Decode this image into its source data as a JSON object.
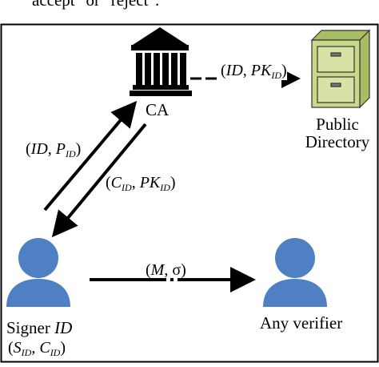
{
  "caption_fragment": "accept\" or \"reject\".",
  "nodes": {
    "ca": {
      "label": "CA"
    },
    "public_directory": {
      "label_line1": "Public",
      "label_line2": "Directory"
    },
    "signer": {
      "label_prefix": "Signer",
      "label_id": "ID",
      "keys": {
        "s": "S",
        "s_sub": "ID",
        "c": "C",
        "c_sub": "ID"
      }
    },
    "verifier": {
      "label": "Any verifier"
    }
  },
  "edges": {
    "signer_to_ca": {
      "a": "ID",
      "b": "P",
      "b_sub": "ID"
    },
    "ca_to_signer": {
      "a": "C",
      "a_sub": "ID",
      "b": "PK",
      "b_sub": "ID"
    },
    "ca_to_directory": {
      "a": "ID",
      "b": "PK",
      "b_sub": "ID"
    },
    "signer_to_verifier": {
      "a": "M",
      "b": "σ"
    }
  },
  "colors": {
    "person": "#4f80c4",
    "cabinet": "#c8d98a",
    "cabinet_dark": "#a9bd62",
    "bank": "#000000",
    "frame": "#000000"
  }
}
